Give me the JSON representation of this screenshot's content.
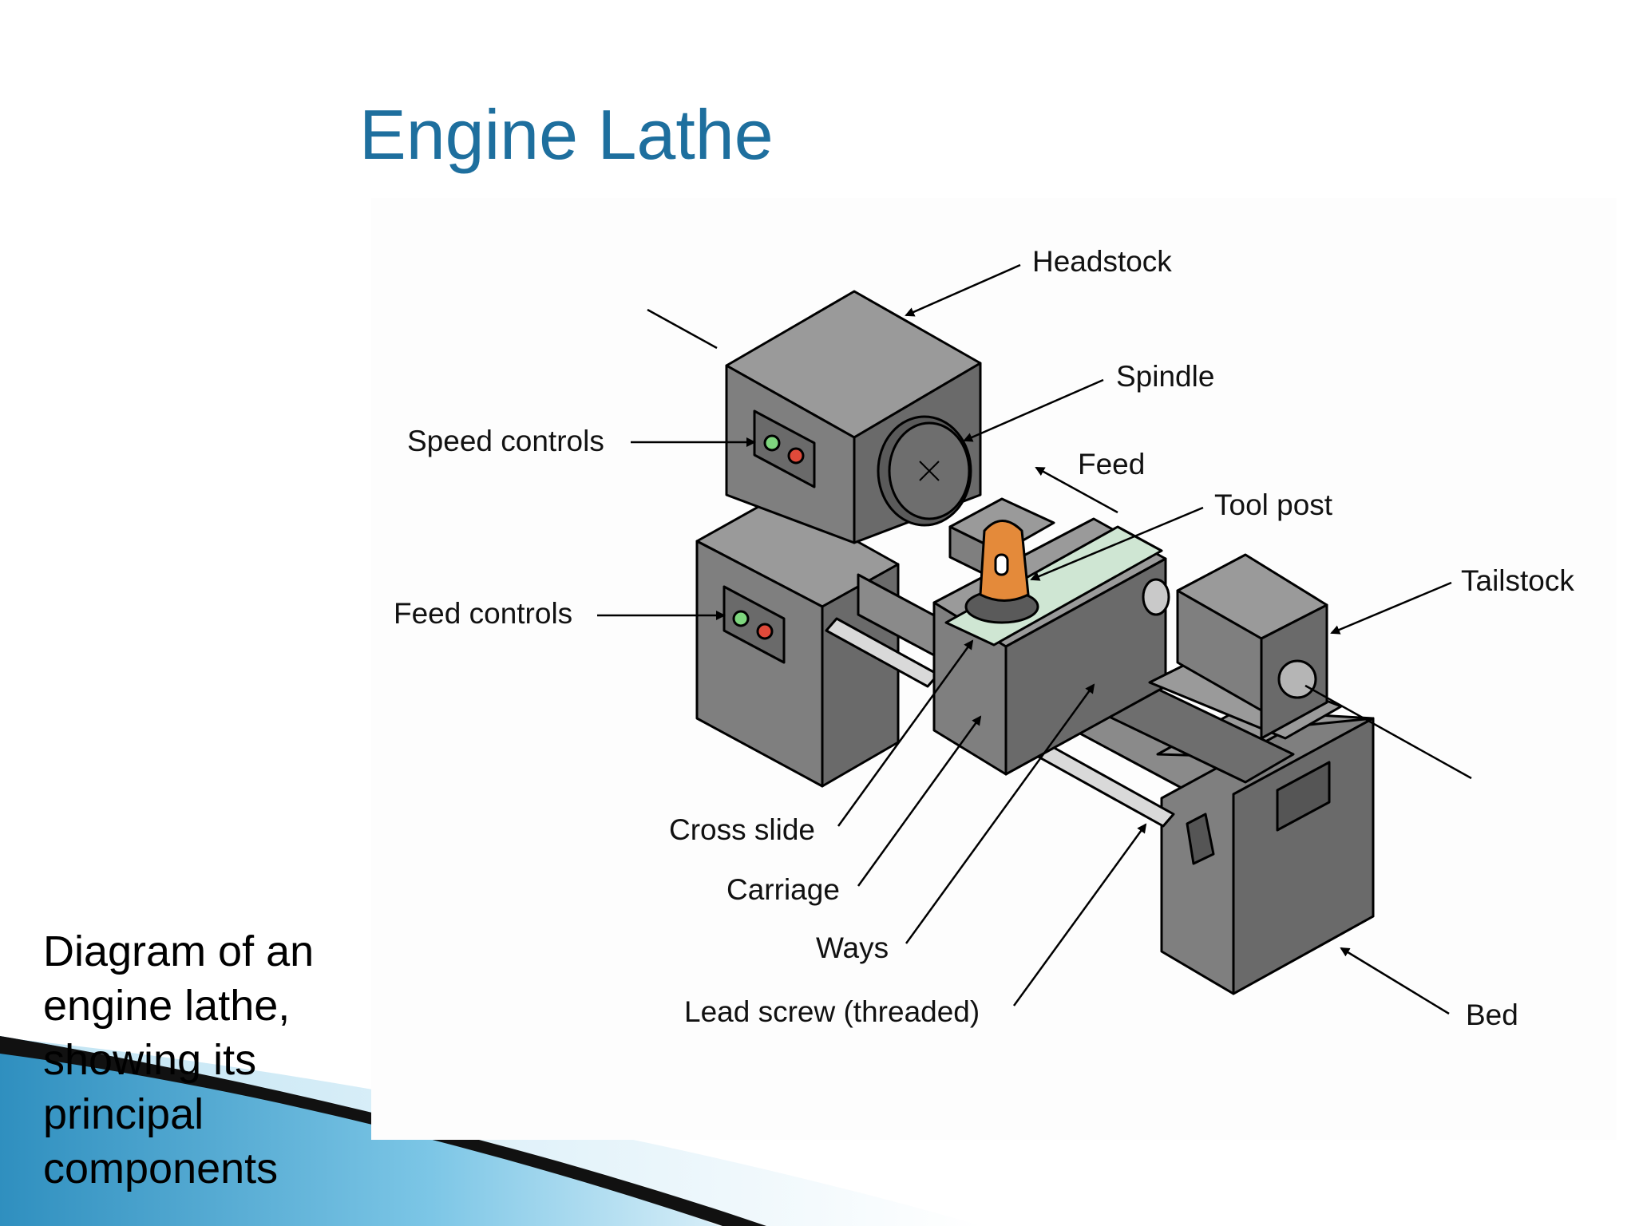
{
  "title": "Engine Lathe",
  "caption": "Diagram of an engine lathe, showing its principal components",
  "colors": {
    "title": "#1e6f9e",
    "machine": "#7f7f7f",
    "machine_dark": "#5e5e5e",
    "machine_light": "#9a9a9a",
    "tool_post": "#e48a3a",
    "cross_slide_tint": "#cfe6d3",
    "button_green": "#7ed67e",
    "button_red": "#e04a3a",
    "accent_band": "#3a9cc8"
  },
  "labels": {
    "headstock": "Headstock",
    "spindle": "Spindle",
    "feed": "Feed",
    "tool_post": "Tool post",
    "tailstock": "Tailstock",
    "speed_controls": "Speed controls",
    "feed_controls": "Feed controls",
    "cross_slide": "Cross slide",
    "carriage": "Carriage",
    "ways": "Ways",
    "lead_screw": "Lead screw (threaded)",
    "bed": "Bed"
  }
}
